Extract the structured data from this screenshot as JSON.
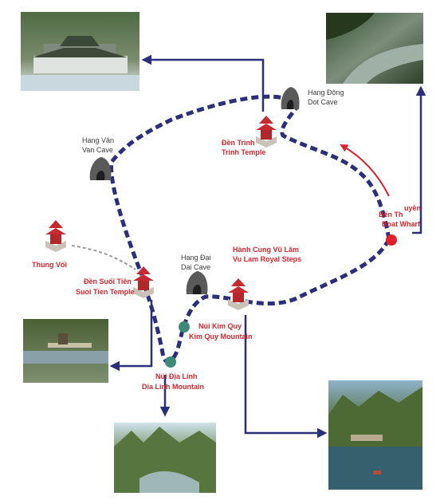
{
  "places": {
    "hang_dot": {
      "line1": "Hang Động",
      "line2": "Dot Cave"
    },
    "den_trinh": {
      "line1": "Đền Trình",
      "line2": "Trinh Temple"
    },
    "hang_van": {
      "line1": "Hang Vân",
      "line2": "Van Cave"
    },
    "ben_thuyen": {
      "line1": "Bến Th",
      "line1b": "uyền",
      "line2": "Boat Wharf"
    },
    "thung_voi": {
      "line1": "Thung Vối"
    },
    "hang_dai": {
      "line1": "Hang Đại",
      "line2": "Dai Cave"
    },
    "hanh_cung": {
      "line1": "Hành Cung Vũ Lâm",
      "line2": "Vu Lam Royal Steps"
    },
    "den_suoi_tien": {
      "line1": "Đền Suối Tiên",
      "line2": "Suoi Tien Temple"
    },
    "nui_kim_quy": {
      "line1": "Núi Kim Quy",
      "line2": "Kim Quy Mountain"
    },
    "nui_dia_linh": {
      "line1": "Núi Địa Linh",
      "line2": "Dia Linh Mountain"
    }
  },
  "colors": {
    "route": "#2b2f7a",
    "label_red": "#d8262c",
    "label_dark": "#3a3a3a",
    "wharf_marker": "#e0202a",
    "mountain_marker": "#3e8a7a",
    "trail": "#999999"
  },
  "icons": {
    "cave": "cave-icon",
    "temple": "temple-icon",
    "wharf": "wharf-marker-icon",
    "mountain": "mountain-marker-icon"
  }
}
